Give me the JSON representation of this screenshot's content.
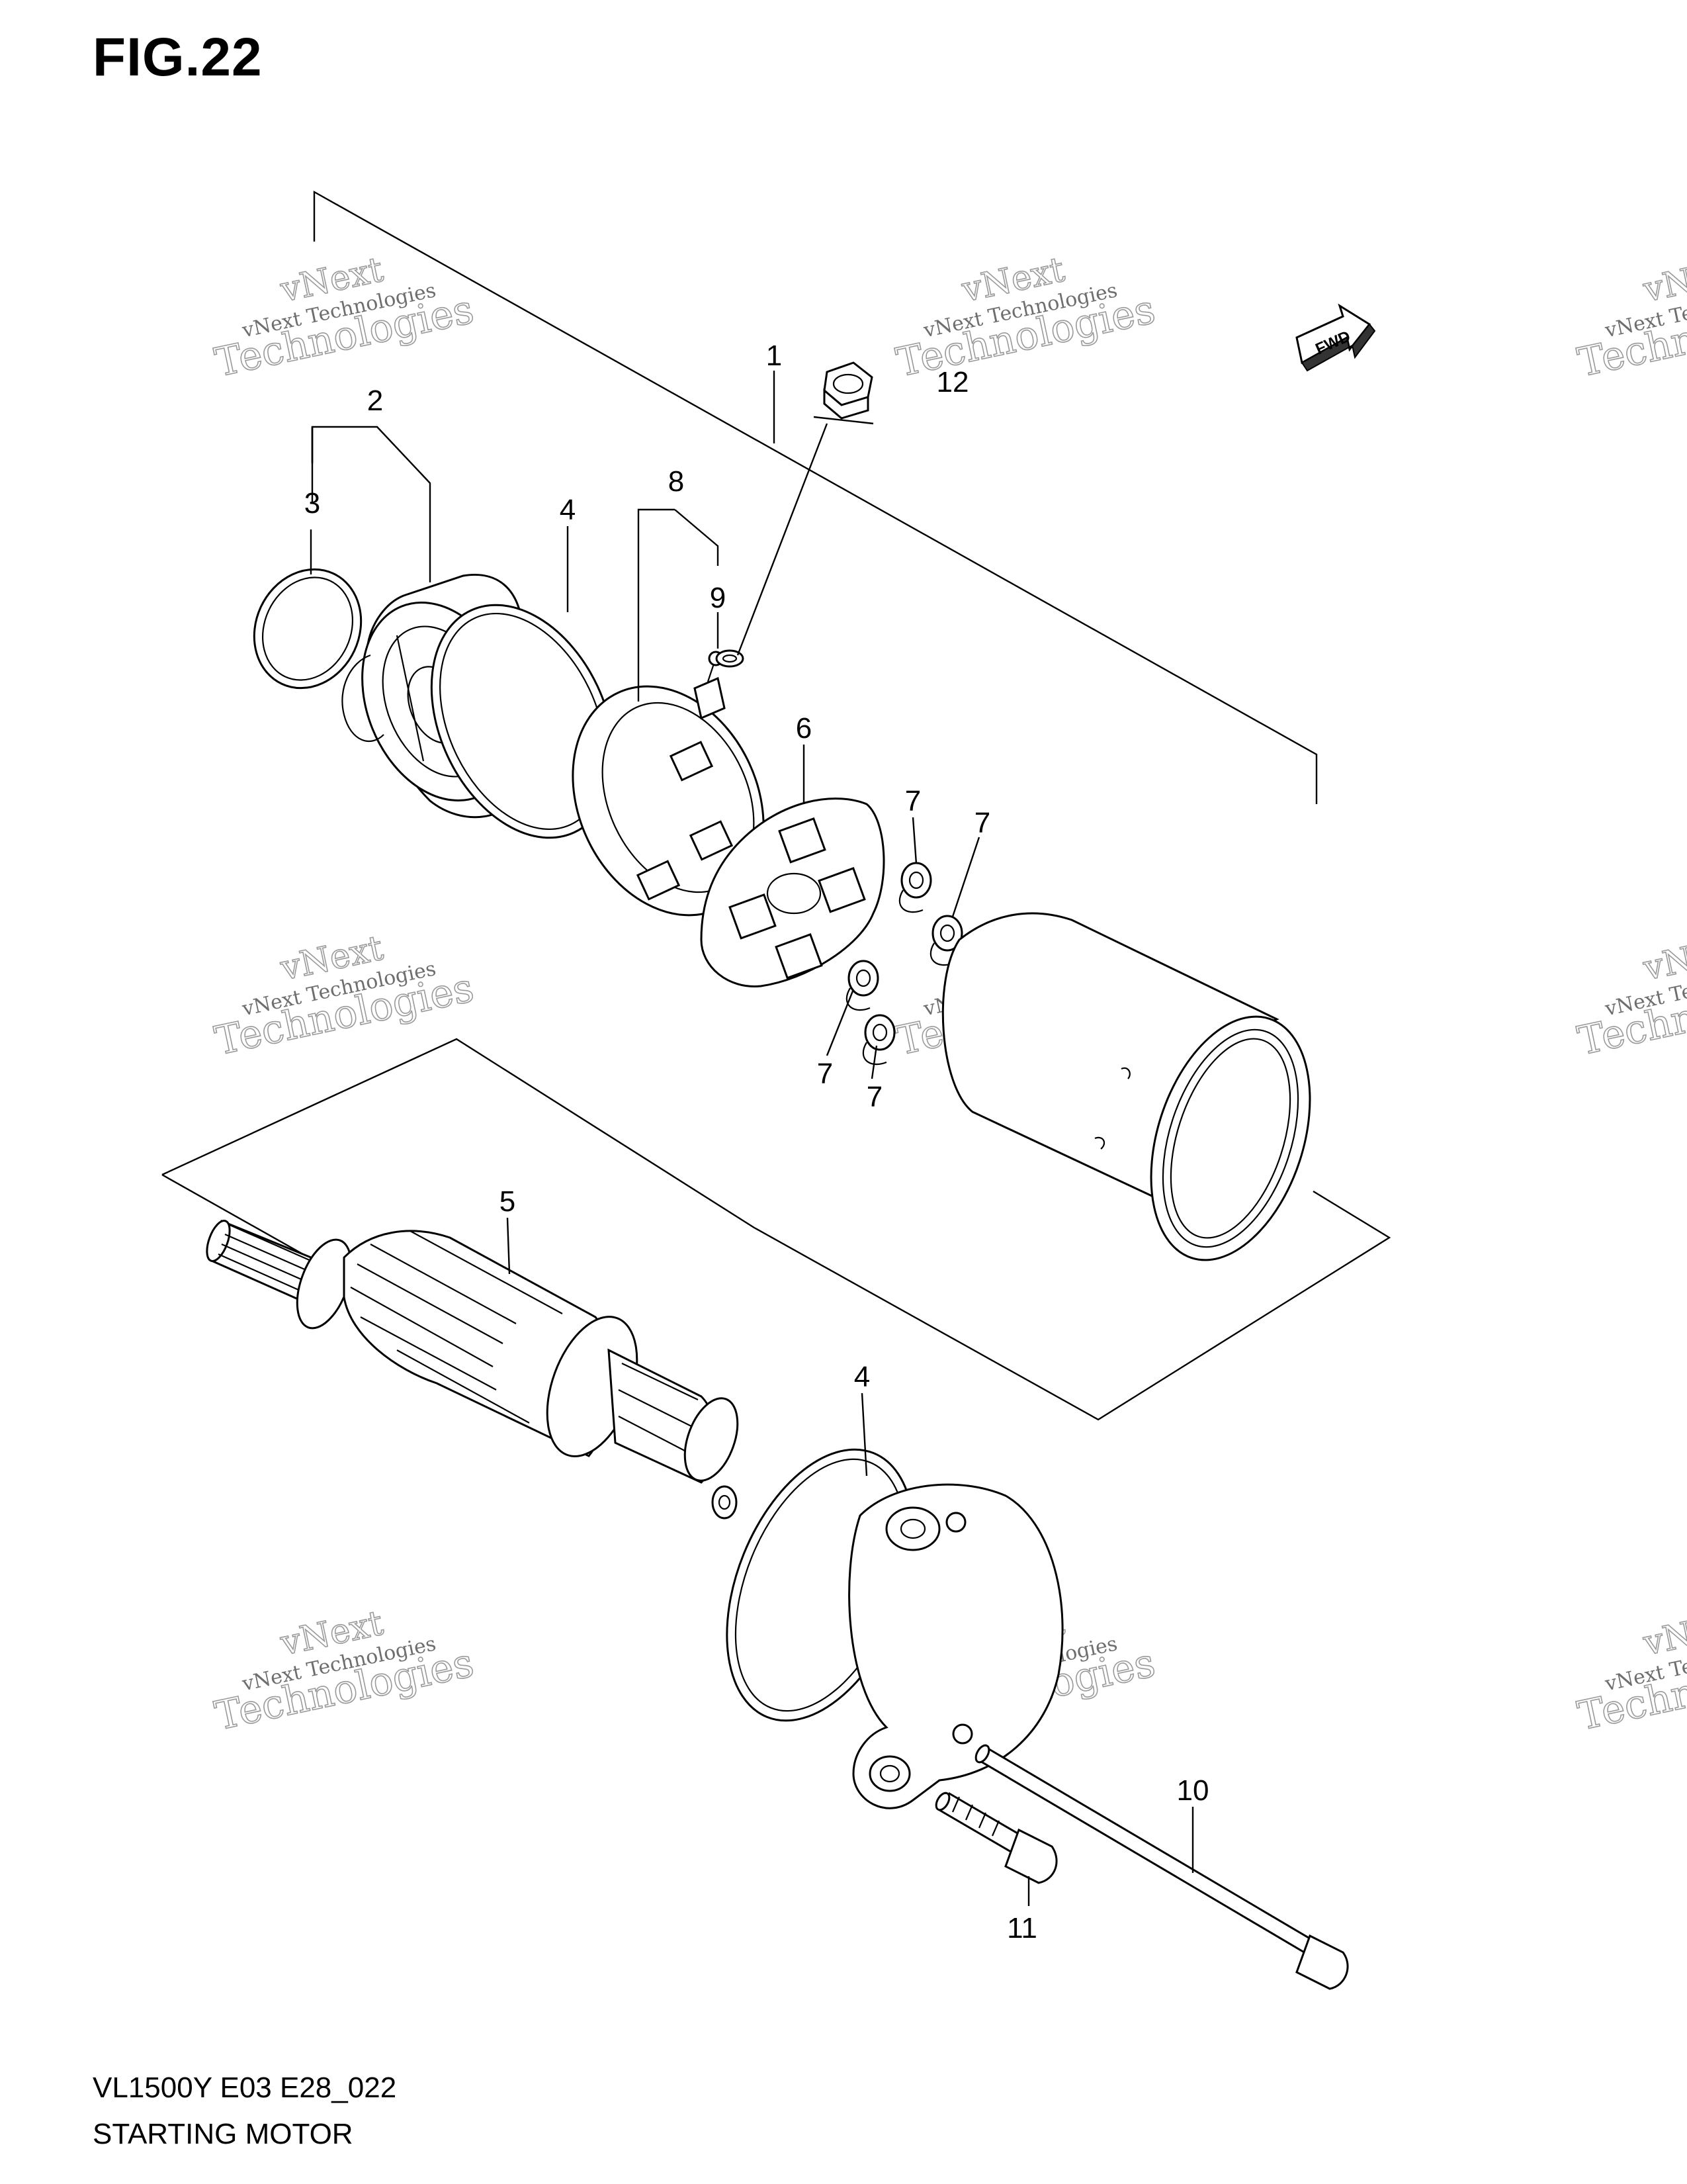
{
  "figure": {
    "title": "FIG.22"
  },
  "footer": {
    "code": "VL1500Y E03 E28_022",
    "name": "STARTING MOTOR"
  },
  "fwd_label": "FWD",
  "watermark": {
    "line1": "vNext",
    "line2": "vNext Technologies",
    "line3": "Technologies"
  },
  "callouts": [
    {
      "id": "c1",
      "label": "1"
    },
    {
      "id": "c2",
      "label": "2"
    },
    {
      "id": "c3",
      "label": "3"
    },
    {
      "id": "c4a",
      "label": "4"
    },
    {
      "id": "c4b",
      "label": "4"
    },
    {
      "id": "c5",
      "label": "5"
    },
    {
      "id": "c6",
      "label": "6"
    },
    {
      "id": "c7a",
      "label": "7"
    },
    {
      "id": "c7b",
      "label": "7"
    },
    {
      "id": "c7c",
      "label": "7"
    },
    {
      "id": "c7d",
      "label": "7"
    },
    {
      "id": "c8",
      "label": "8"
    },
    {
      "id": "c9",
      "label": "9"
    },
    {
      "id": "c10",
      "label": "10"
    },
    {
      "id": "c11",
      "label": "11"
    },
    {
      "id": "c12",
      "label": "12"
    }
  ]
}
